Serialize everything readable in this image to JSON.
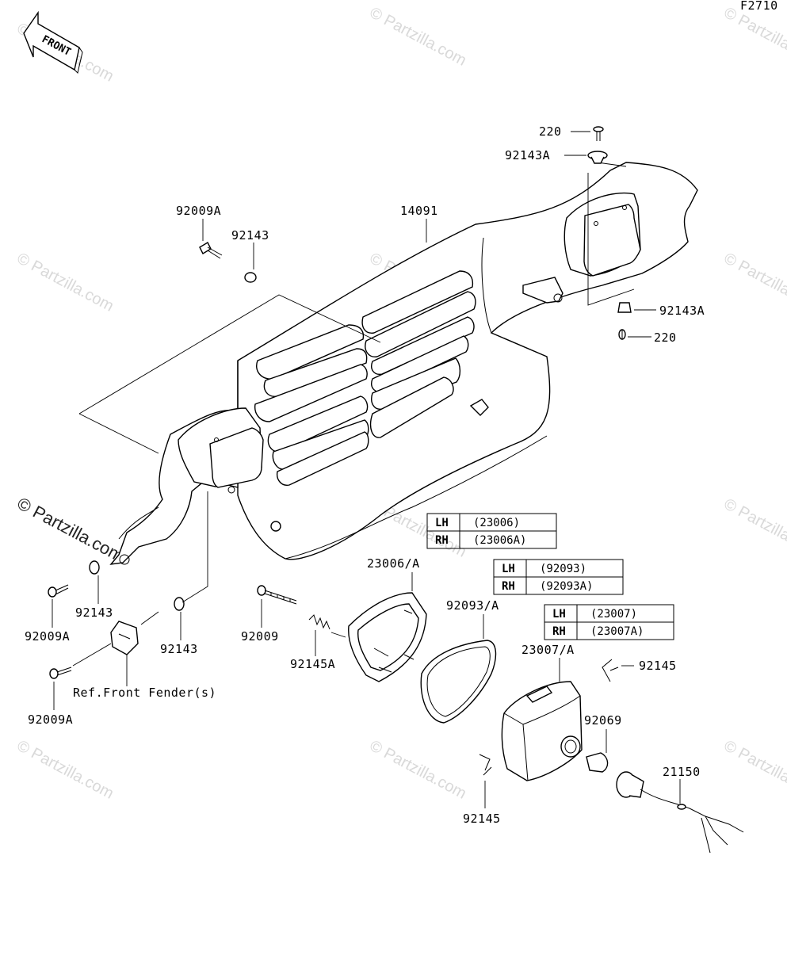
{
  "diagram_code": "F2710",
  "front_label": "FRONT",
  "watermark": "© Partzilla.com",
  "callouts": {
    "c220_top": "220",
    "c92143A_top": "92143A",
    "c92009A_top": "92009A",
    "c92143_top": "92143",
    "c14091": "14091",
    "c92143A_right": "92143A",
    "c220_right": "220",
    "c92143_left": "92143",
    "c92009A_left": "92009A",
    "c92143_mid": "92143",
    "c92009": "92009",
    "c92145A": "92145A",
    "c92009A_bottom": "92009A",
    "c23006": "23006/A",
    "c92093": "92093/A",
    "c23007": "23007/A",
    "c92145_right": "92145",
    "c92069": "92069",
    "c21150": "21150",
    "c92145_bottom": "92145",
    "ref_front_fender": "Ref.Front Fender(s)"
  },
  "tables": {
    "t23006": [
      {
        "side": "LH",
        "part": "(23006)"
      },
      {
        "side": "RH",
        "part": "(23006A)"
      }
    ],
    "t92093": [
      {
        "side": "LH",
        "part": "(92093)"
      },
      {
        "side": "RH",
        "part": "(92093A)"
      }
    ],
    "t23007": [
      {
        "side": "LH",
        "part": "(23007)"
      },
      {
        "side": "RH",
        "part": "(23007A)"
      }
    ]
  }
}
